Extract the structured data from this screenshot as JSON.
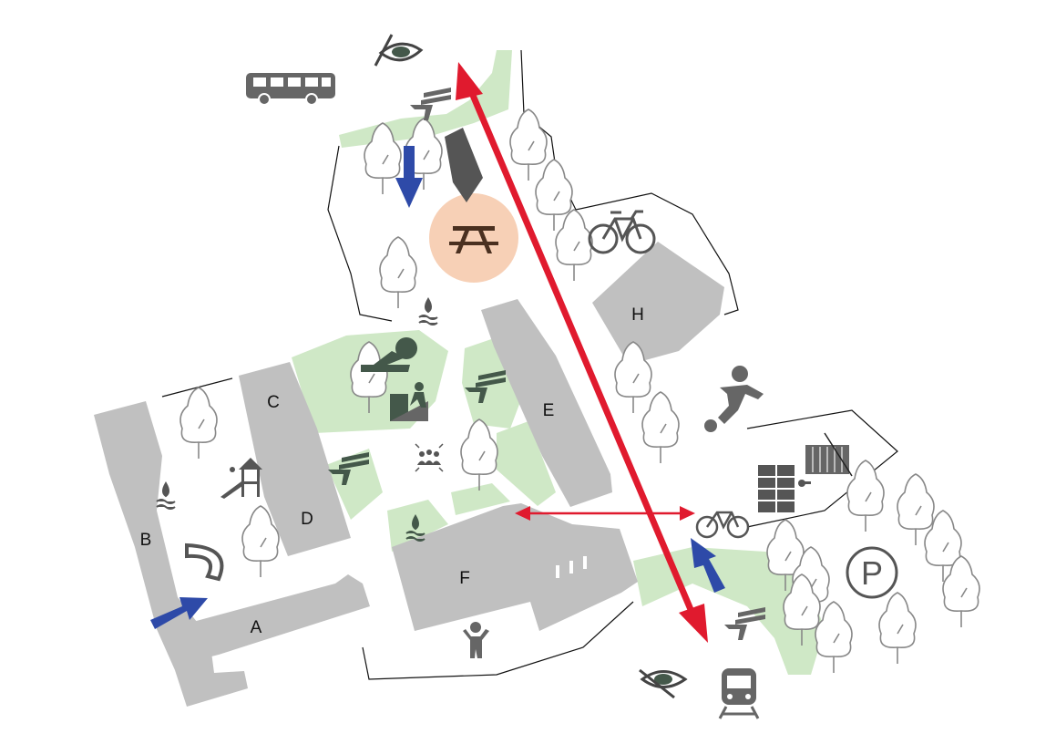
{
  "map": {
    "buildings": [
      {
        "id": "A",
        "label": "A"
      },
      {
        "id": "B",
        "label": "B"
      },
      {
        "id": "C",
        "label": "C"
      },
      {
        "id": "D",
        "label": "D"
      },
      {
        "id": "E",
        "label": "E"
      },
      {
        "id": "F",
        "label": "F"
      },
      {
        "id": "H",
        "label": "H"
      }
    ],
    "parking_label": "P",
    "colors": {
      "building": "#c0c0c0",
      "green": "#cfe8c6",
      "red_route": "#e01a2e",
      "blue_entrance": "#2e4aa8",
      "picnic": "#f7d0b6"
    },
    "icons": [
      "bus-icon",
      "train-icon",
      "bicycle-icon",
      "parking-icon",
      "picnic-table-icon",
      "bench-icon",
      "water-icon",
      "playground-icon",
      "slide-icon",
      "football-icon",
      "lockers-icon",
      "container-icon",
      "gathering-icon",
      "child-icon",
      "no-view-icon",
      "lounger-icon",
      "sitting-person-icon"
    ]
  }
}
